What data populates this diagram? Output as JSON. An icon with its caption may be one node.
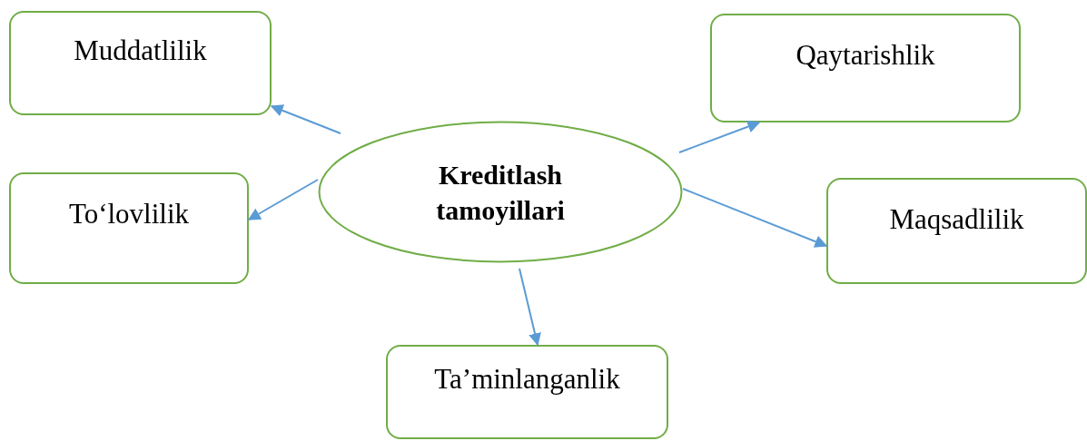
{
  "diagram": {
    "nodes": [
      {
        "text": [
          "Kreditlash tamoyillari"
        ]
      },
      {
        "text": [
          "Muddatlilik"
        ]
      },
      {
        "text": [
          "Qaytarishlik"
        ]
      },
      {
        "text": [
          "To‘lovlilik"
        ]
      },
      {
        "text": [
          "Maqsadlilik"
        ]
      },
      {
        "text": [
          "Ta’minlanganlik"
        ]
      }
    ],
    "edges": [
      {
        "from": 0,
        "to": 1,
        "arrow": "to"
      },
      {
        "from": 0,
        "to": 2,
        "arrow": "to"
      },
      {
        "from": 0,
        "to": 3,
        "arrow": "to"
      },
      {
        "from": 0,
        "to": 4,
        "arrow": "to"
      },
      {
        "from": 0,
        "to": 5,
        "arrow": "to"
      }
    ]
  }
}
